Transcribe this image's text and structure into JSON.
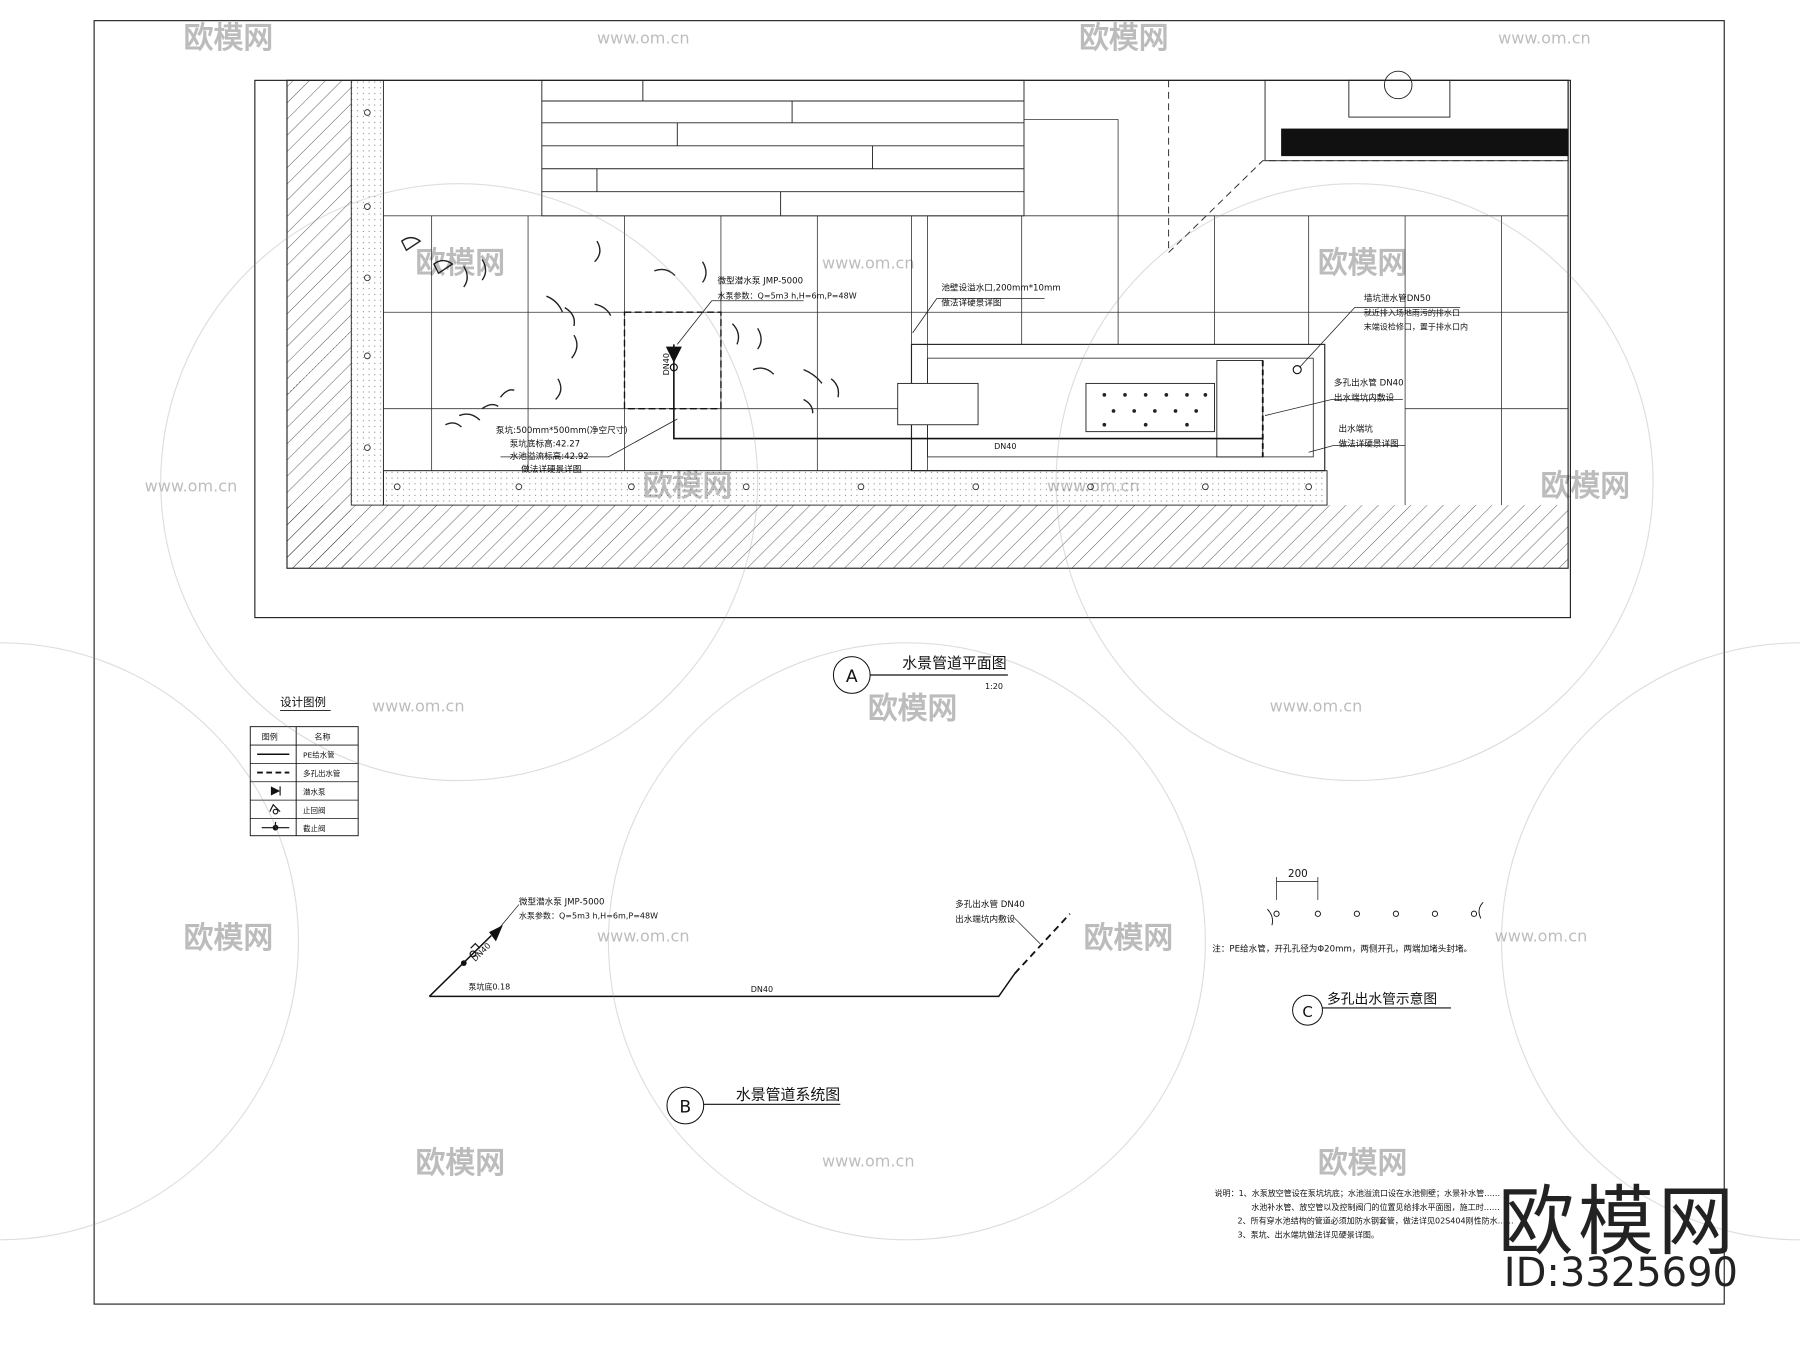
{
  "plan": {
    "circle": "A",
    "title": "水景管道平面图",
    "scale": "1:20",
    "notes": {
      "pump_name": "微型潜水泵 JMP-5000",
      "pump_params": "水泵参数：Q=5m3 h,H=6m,P=48W",
      "pump_pipe": "DN40",
      "overflow_note": "池壁设溢水口,200mm*10mm",
      "overflow_detail": "做法详硬景详图",
      "pit_size": "泵坑:500mm*500mm(净空尺寸)",
      "pit_bottom": "泵坑底标高:42.27",
      "pool_overflow_level": "水池溢流标高:42.92",
      "pit_detail": "做法详硬景详图",
      "main_pipe": "DN40",
      "drain_pipe": "墙坑泄水管DN50",
      "drain_note_1": "就近排入场地雨污的排水口",
      "drain_note_2": "末端设检修口，置于排水口内",
      "outlet_pipe": "多孔出水管 DN40",
      "outlet_note": "出水端坑内敷设",
      "outlet_pit": "出水端坑",
      "outlet_pit_detail": "做法详硬景详图"
    }
  },
  "legend": {
    "title": "设计图例",
    "col_symbol": "图例",
    "col_name": "名称",
    "rows": [
      {
        "symbol": "solid-line-icon",
        "name": "PE给水管"
      },
      {
        "symbol": "dashed-line-icon",
        "name": "多孔出水管"
      },
      {
        "symbol": "pump-icon",
        "name": "潜水泵"
      },
      {
        "symbol": "check-valve-icon",
        "name": "止回阀"
      },
      {
        "symbol": "gate-valve-icon",
        "name": "截止阀"
      }
    ]
  },
  "system": {
    "circle": "B",
    "title": "水景管道系统图",
    "pump_name": "微型潜水泵 JMP-5000",
    "pump_params": "水泵参数：Q=5m3 h,H=6m,P=48W",
    "riser": "DN40",
    "pit_bottom": "泵坑底0.18",
    "main": "DN40",
    "outlet_pipe": "多孔出水管 DN40",
    "outlet_note": "出水端坑内敷设"
  },
  "perforated": {
    "circle": "C",
    "title": "多孔出水管示意图",
    "spacing": "200",
    "note": "注：PE给水管，开孔孔径为Φ20mm，两侧开孔，两端加堵头封堵。"
  },
  "remarks": {
    "l1": "说明：1、水泵放空管设在泵坑坑底；水池溢流口设在水池侧壁；水景补水管……",
    "l2": "水池补水管、放空管以及控制阀门的位置见给排水平面图，施工时……",
    "l3": "2、所有穿水池结构的管道必须加防水钢套管，做法详见02S404刚性防水……",
    "l4": "3、泵坑、出水端坑做法详见硬景详图。"
  },
  "watermark": {
    "logo": "欧模网",
    "domain": "www.om.cn",
    "id": "ID:3325690"
  }
}
